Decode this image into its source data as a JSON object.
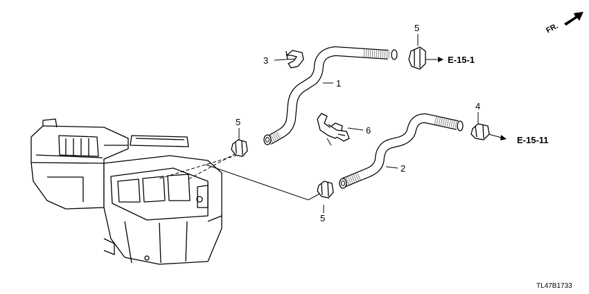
{
  "diagram": {
    "direction_label": "FR.",
    "drawing_code": "TL47B1733",
    "callouts": {
      "hose_upper": "1",
      "hose_lower": "2",
      "clip_upper_left": "3",
      "clamp_lower_right": "4",
      "clamp_upper_right": "5",
      "clamp_heater": "5",
      "clamp_bottom": "5",
      "clip_holder": "6"
    },
    "references": {
      "upper_reference": "E-15-1",
      "lower_reference": "E-15-11"
    },
    "icons": [
      "front-direction-arrow-icon"
    ]
  }
}
